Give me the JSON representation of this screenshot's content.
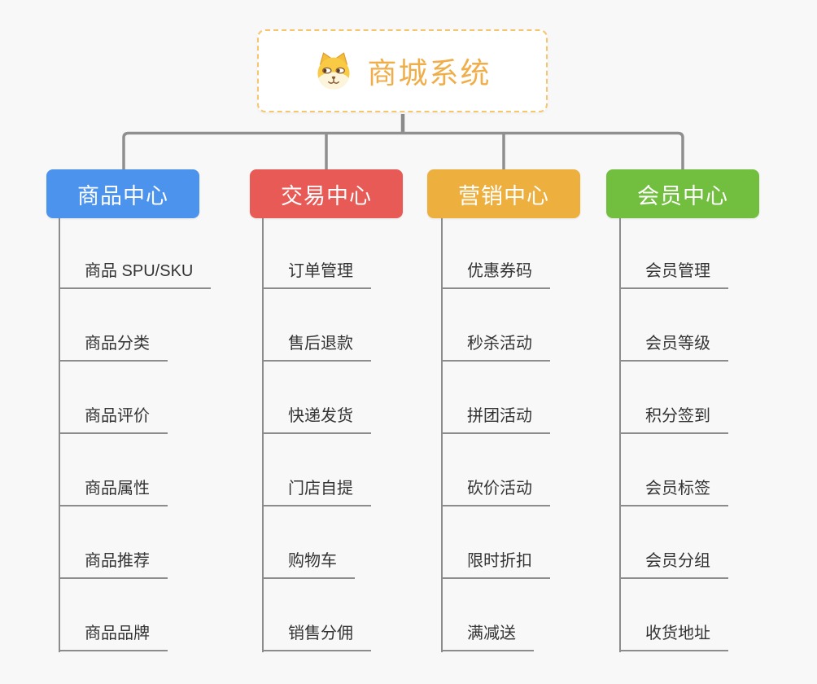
{
  "root": {
    "label": "商城系统",
    "icon": "dog-face-icon",
    "text_color": "#F0AE4A",
    "border_color": "#F5C66E"
  },
  "connector_color": "#8F8F8F",
  "branches": [
    {
      "label": "商品中心",
      "color": "#4B93ED",
      "items": [
        "商品 SPU/SKU",
        "商品分类",
        "商品评价",
        "商品属性",
        "商品推荐",
        "商品品牌"
      ]
    },
    {
      "label": "交易中心",
      "color": "#E75A55",
      "items": [
        "订单管理",
        "售后退款",
        "快递发货",
        "门店自提",
        "购物车",
        "销售分佣"
      ]
    },
    {
      "label": "营销中心",
      "color": "#EDAF3E",
      "items": [
        "优惠券码",
        "秒杀活动",
        "拼团活动",
        "砍价活动",
        "限时折扣",
        "满减送"
      ]
    },
    {
      "label": "会员中心",
      "color": "#72BF40",
      "items": [
        "会员管理",
        "会员等级",
        "积分签到",
        "会员标签",
        "会员分组",
        "收货地址"
      ]
    }
  ]
}
